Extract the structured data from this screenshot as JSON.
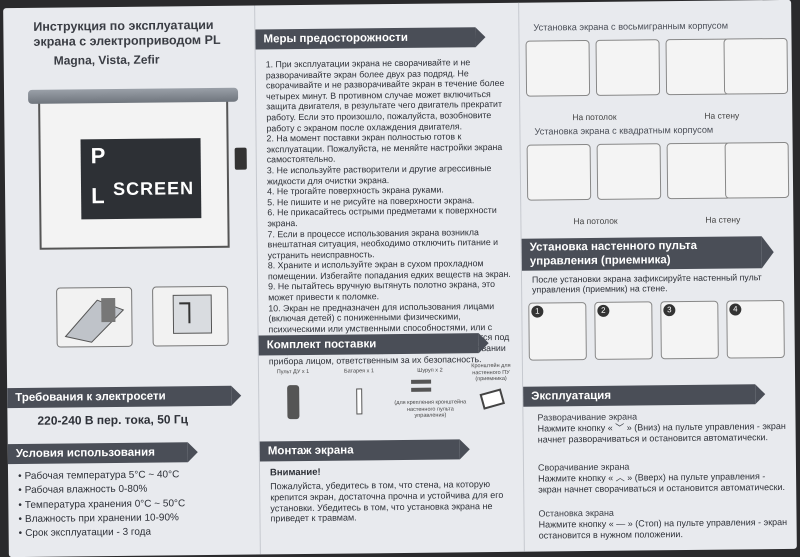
{
  "header": {
    "title_line1": "Инструкция по эксплуатации",
    "title_line2": "экрана с электроприводом PL",
    "models": "Magna, Vista, Zefir"
  },
  "illustration": {
    "logo_p": "P",
    "logo_l": "L",
    "logo_screen": "SCREEN"
  },
  "power": {
    "heading": "Требования к электросети",
    "voltage": "220-240 В пер. тока, 50 Гц"
  },
  "conditions": {
    "heading": "Условия использования",
    "items": [
      "Рабочая температура 5°C ~ 40°C",
      "Рабочая влажность 0-80%",
      "Температура хранения 0°C ~ 50°C",
      "Влажность при хранении 10-90%",
      "Срок эксплуатации - 3 года"
    ]
  },
  "precautions": {
    "heading": "Меры предосторожности",
    "items": [
      "1. При эксплуатации экрана не сворачивайте и не разворачивайте экран более двух раз подряд. Не сворачивайте и не разворачивайте экран в течение более четырех минут. В противном случае может включиться защита двигателя, в результате чего двигатель прекратит работу. Если это произошло, пожалуйста, возобновите работу с экраном после охлаждения двигателя.",
      "2. На момент поставки экран полностью готов к эксплуатации. Пожалуйста, не меняйте настройки экрана самостоятельно.",
      "3. Не используйте растворители и другие агрессивные жидкости для очистки экрана.",
      "4. Не трогайте поверхность экрана руками.",
      "5. Не пишите и не рисуйте на поверхности экрана.",
      "6. Не прикасайтесь острыми предметами к поверхности экрана.",
      "7. Если в процессе использования экрана возникла внештатная ситуация, необходимо отключить питание и устранить неисправность.",
      "8. Храните и используйте экран в сухом прохладном помещении. Избегайте попадания едких веществ на экран.",
      "9. Не пытайтесь вручную вытянуть полотно экрана, это может привести к поломке.",
      "10. Экран не предназначен для использования лицами (включая детей) с пониженными физическими, психическими или умственными способностями, или с отсутствием опыта или знаний, если они не находятся под контролем или не проинструктированы об использовании прибора лицом, ответственным за их безопасность."
    ]
  },
  "kit": {
    "heading": "Комплект поставки",
    "items": [
      "Пульт ДУ х 1",
      "Батарея х 1",
      "Шуруп х 2",
      "Кронштейн для настенного ПУ (приемника)"
    ],
    "screw_note": "(для крепления кронштейна настенного пульта управления)"
  },
  "mounting": {
    "heading": "Монтаж экрана",
    "attention": "Внимание!",
    "text": "Пожалуйста, убедитесь в том, что стена, на которую крепится экран, достаточна прочна и устойчива для его установки. Убедитесь в том, что установка экрана не приведет к травмам."
  },
  "install_octagonal": {
    "heading": "Установка экрана с восьмигранным корпусом",
    "ceiling": "На потолок",
    "wall": "На стену"
  },
  "install_square": {
    "heading": "Установка экрана с квадратным корпусом",
    "ceiling": "На потолок",
    "wall": "На стену"
  },
  "remote_install": {
    "heading_line1": "Установка настенного пульта",
    "heading_line2": "управления (приемника)",
    "text": "После установки экрана зафиксируйте настенный пульт управления (приемник) на стене.",
    "steps": [
      "1",
      "2",
      "3",
      "4"
    ]
  },
  "operation": {
    "heading": "Эксплуатация",
    "unroll_title": "Разворачивание экрана",
    "unroll_text": "Нажмите кнопку « ﹀ » (Вниз) на пульте управления - экран начнет разворачиваться и остановится автоматически.",
    "roll_title": "Сворачивание экрана",
    "roll_text": "Нажмите кнопку « ︿ » (Вверх) на пульте управления - экран начнет сворачиваться и остановится автоматически.",
    "stop_title": "Остановка экрана",
    "stop_text": "Нажмите кнопку « — » (Стоп) на пульте управления - экран остановится в нужном положении."
  },
  "colors": {
    "bar": "#4a4e57",
    "paper": "#e8eaee",
    "text": "#2e3138"
  }
}
